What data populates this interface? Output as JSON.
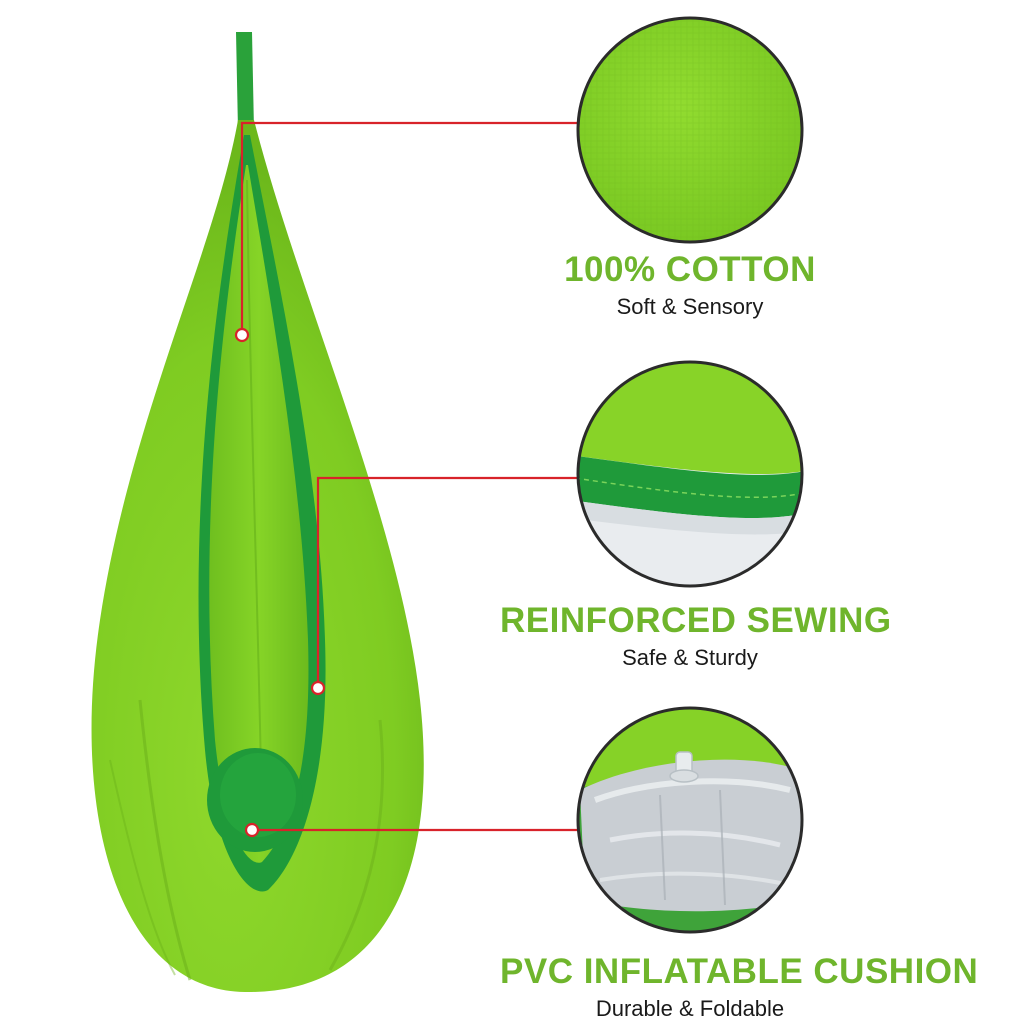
{
  "colors": {
    "title_green": "#6fb52c",
    "callout_red": "#d8232a",
    "fabric_lime": "#8ad627",
    "trim_green": "#1f9a3a"
  },
  "features": [
    {
      "title": "100% COTTON",
      "subtitle": "Soft & Sensory"
    },
    {
      "title": "REINFORCED SEWING",
      "subtitle": "Safe & Sturdy"
    },
    {
      "title": "PVC INFLATABLE CUSHION",
      "subtitle": "Durable & Foldable"
    }
  ]
}
